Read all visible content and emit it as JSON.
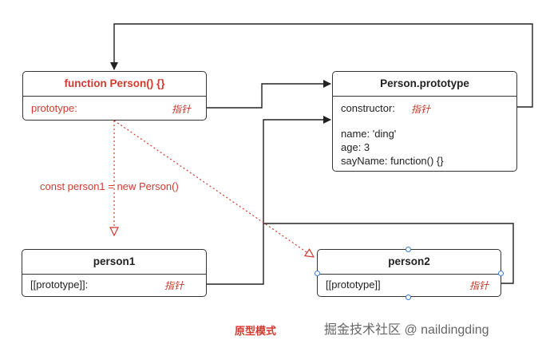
{
  "diagram": {
    "person_fn": {
      "title": "function Person() {}",
      "prototype_label": "prototype:",
      "pointer": "指针"
    },
    "person_prototype": {
      "title": "Person.prototype",
      "constructor_label": "constructor:",
      "pointer": "指针",
      "name_line": "name: 'ding'",
      "age_line": "age: 3",
      "sayname_line": "sayName: function() {}"
    },
    "person1": {
      "title": "person1",
      "proto_label": "[[prototype]]:",
      "pointer": "指针"
    },
    "person2": {
      "title": "person2",
      "proto_label": "[[prototype]]",
      "pointer": "指针"
    },
    "new_label": "const person1 = new Person()",
    "caption": "原型模式",
    "watermark": "掘金技术社区 @ naildingding"
  },
  "colors": {
    "accent_red": "#d03a2f",
    "line": "#333333",
    "handle_blue": "#3a7bd5"
  }
}
